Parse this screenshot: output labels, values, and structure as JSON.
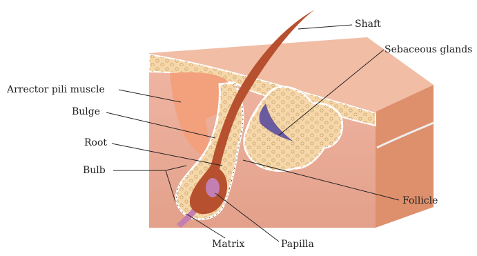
{
  "labels": {
    "shaft": "Shaft",
    "sebaceous_glands": "Sebaceous glands",
    "arrector_pili_muscle": "Arrector pili muscle",
    "bulge": "Bulge",
    "root": "Root",
    "bulb": "Bulb",
    "follicle": "Follicle",
    "matrix": "Matrix",
    "papilla": "Papilla"
  },
  "colors": {
    "skin_top": "#f0b9a0",
    "skin_front": "#e7a892",
    "skin_side": "#de8f6c",
    "tissue": "#f6d7aa",
    "hair": "#b6502e",
    "muscle": "#f3a07c",
    "gland_duct": "#6a5a9e",
    "papilla": "#c47fb2"
  }
}
